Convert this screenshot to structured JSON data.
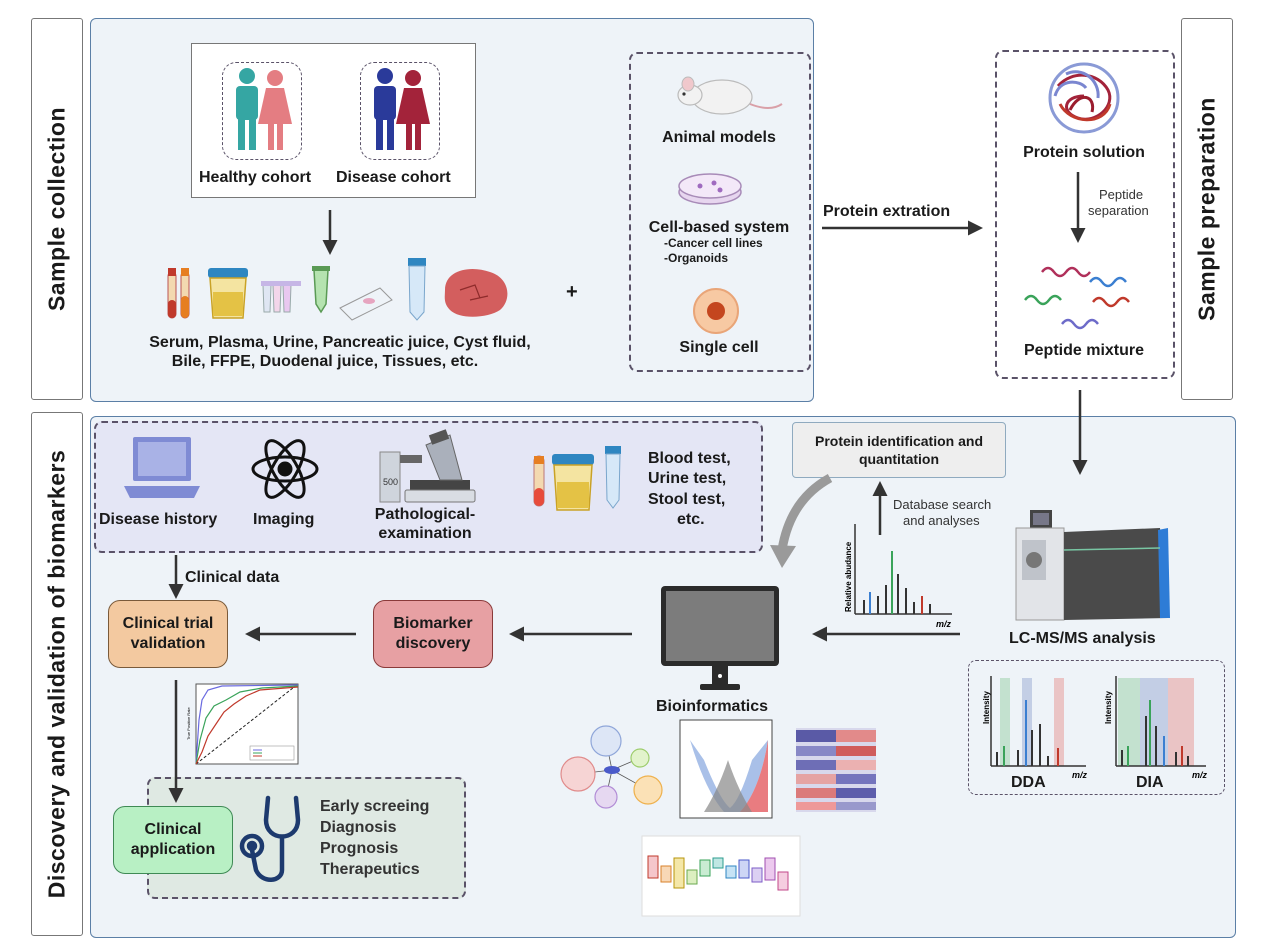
{
  "sections": {
    "sample_collection": "Sample collection",
    "sample_preparation": "Sample preparation",
    "discovery": "Discovery and validation of biomarkers"
  },
  "cohorts": {
    "healthy": "Healthy cohort",
    "disease": "Disease cohort"
  },
  "samples": {
    "line1": "Serum, Plasma, Urine, Pancreatic juice, Cyst fluid,",
    "line2": "Bile, FFPE, Duodenal juice, Tissues, etc."
  },
  "plus": "+",
  "models": {
    "animal": "Animal models",
    "cell": "Cell-based system",
    "cell_sub1": "-Cancer cell lines",
    "cell_sub2": "-Organoids",
    "single": "Single cell"
  },
  "protein_extraction": "Protein extration",
  "prep": {
    "protein_solution": "Protein solution",
    "peptide_sep1": "Peptide",
    "peptide_sep2": "separation",
    "peptide_mixture": "Peptide mixture"
  },
  "clinical_info": {
    "disease_history": "Disease history",
    "imaging": "Imaging",
    "patho1": "Pathological-",
    "patho2": "examination",
    "tests1": "Blood test,",
    "tests2": "Urine test,",
    "tests3": "Stool test,",
    "tests4": "etc.",
    "microscope_tag": "500"
  },
  "protein_id1": "Protein identification and",
  "protein_id2": "quantitation",
  "db_search1": "Database search",
  "db_search2": "and analyses",
  "spectrum": {
    "ylabel": "Relative abudance",
    "xlabel": "m/z"
  },
  "lcms": "LC-MS/MS analysis",
  "clinical_data": "Clinical data",
  "clinical_trial1": "Clinical trial",
  "clinical_trial2": "validation",
  "biomarker1": "Biomarker",
  "biomarker2": "discovery",
  "bioinformatics": "Bioinformatics",
  "dda": {
    "label": "DDA",
    "ylabel": "Intensity",
    "xlabel": "m/z"
  },
  "dia": {
    "label": "DIA",
    "ylabel": "Intensity",
    "xlabel": "m/z"
  },
  "clinical_app1": "Clinical",
  "clinical_app2": "application",
  "applications": [
    "Early screeing",
    "Diagnosis",
    "Prognosis",
    "Therapeutics"
  ],
  "roc": {
    "ylabel": "True Positive Rate"
  },
  "colors": {
    "panel_border": "#5b7fa6",
    "panel_bg": "#eef3f8",
    "clinical_trial_fill": "#f3c9a0",
    "biomarker_fill": "#e7a0a3",
    "clinical_app_fill": "#b8f0c4",
    "arrow": "#333333"
  }
}
